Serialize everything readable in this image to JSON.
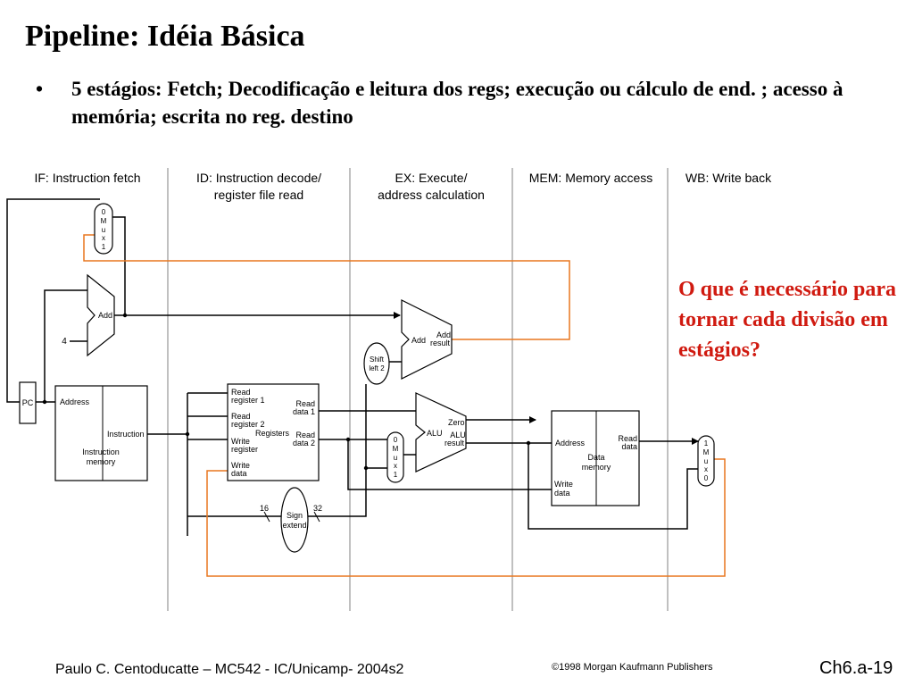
{
  "title": "Pipeline: Idéia Básica",
  "bullet": {
    "marker": "•",
    "text": "5 estágios: Fetch; Decodificação e leitura dos regs; execução ou cálculo de end. ; acesso à memória; escrita no reg. destino"
  },
  "question": "O que é necessário para tornar cada divisão em estágios?",
  "stages": {
    "if_label": "IF: Instruction fetch",
    "id_line1": "ID: Instruction decode/",
    "id_line2": "register file read",
    "ex_line1": "EX: Execute/",
    "ex_line2": "address calculation",
    "mem_label": "MEM: Memory access",
    "wb_label": "WB: Write back"
  },
  "components": {
    "pc": "PC",
    "mux_top": [
      "0",
      "M",
      "u",
      "x",
      "1"
    ],
    "mux_alu": [
      "0",
      "M",
      "u",
      "x",
      "1"
    ],
    "mux_wb": [
      "1",
      "M",
      "u",
      "x",
      "0"
    ],
    "add_pc": "Add",
    "const_four": "4",
    "add_branch": "Add",
    "add_result_line1": "Add",
    "add_result_line2": "result",
    "shift_line1": "Shift",
    "shift_line2": "left 2",
    "imem_address": "Address",
    "imem_instruction": "Instruction",
    "imem_name_line1": "Instruction",
    "imem_name_line2": "memory",
    "reg_read1_line1": "Read",
    "reg_read1_line2": "register 1",
    "reg_read2_line1": "Read",
    "reg_read2_line2": "register 2",
    "reg_write_line1": "Write",
    "reg_write_line2": "register",
    "reg_wdata_line1": "Write",
    "reg_wdata_line2": "data",
    "reg_rdata1_line1": "Read",
    "reg_rdata1_line2": "data 1",
    "reg_rdata2_line1": "Read",
    "reg_rdata2_line2": "data 2",
    "reg_name": "Registers",
    "sign_line1": "Sign",
    "sign_line2": "extend",
    "bits_in": "16",
    "bits_out": "32",
    "alu_zero": "Zero",
    "alu_name": "ALU",
    "alu_result_line1": "ALU",
    "alu_result_line2": "result",
    "dmem_address": "Address",
    "dmem_read_line1": "Read",
    "dmem_read_line2": "data",
    "dmem_name_line1": "Data",
    "dmem_name_line2": "memory",
    "dmem_write_line1": "Write",
    "dmem_write_line2": "data"
  },
  "colors": {
    "wire": "#000000",
    "feedback_wire": "#e8771e",
    "question_text": "#d01a10",
    "divider": "#808080"
  },
  "footer": {
    "author": "Paulo C. Centoducatte – MC542 - IC/Unicamp- 2004s2",
    "copyright": "©1998 Morgan Kaufmann Publishers",
    "page": "Ch6.a-19"
  }
}
